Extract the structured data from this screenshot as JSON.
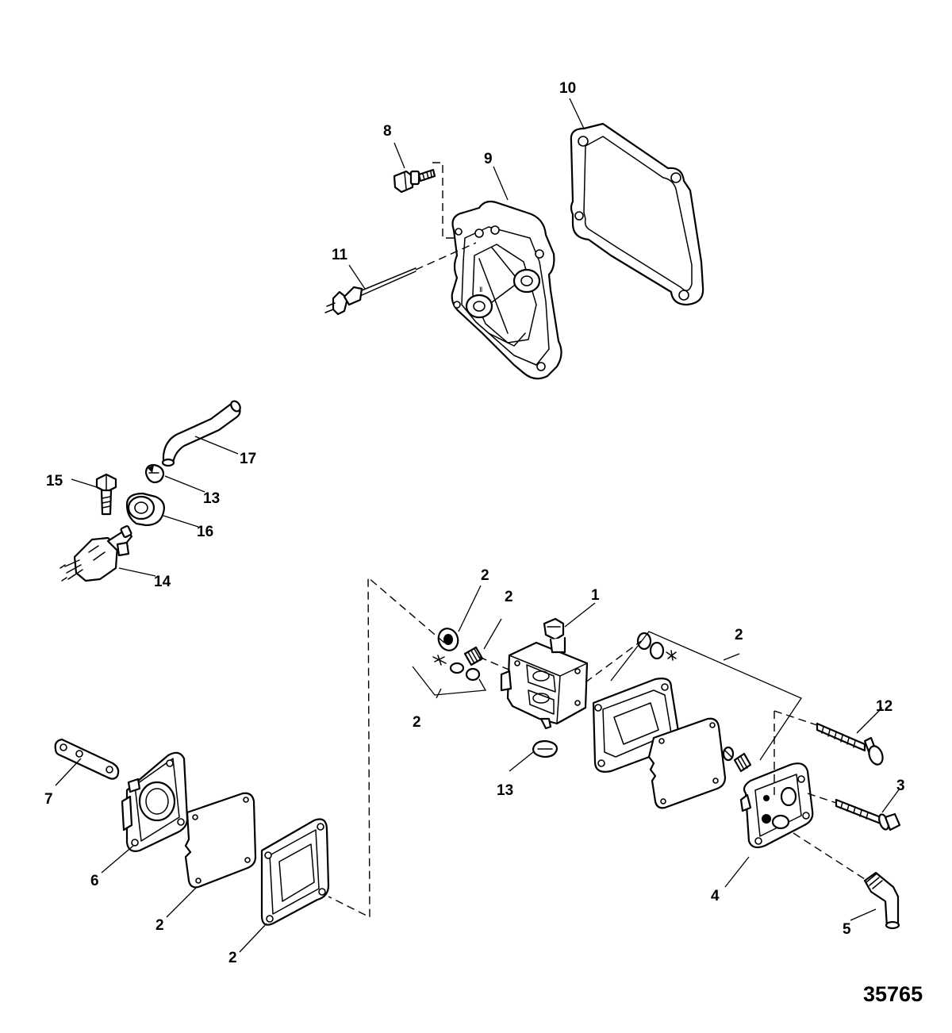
{
  "figure_number": "35765",
  "callouts": {
    "c1": "1",
    "c2a": "2",
    "c2b": "2",
    "c2c": "2",
    "c2d": "2",
    "c2e": "2",
    "c2f": "2",
    "c3": "3",
    "c4": "4",
    "c5": "5",
    "c6": "6",
    "c7": "7",
    "c8": "8",
    "c9": "9",
    "c10": "10",
    "c11": "11",
    "c12": "12",
    "c13a": "13",
    "c13b": "13",
    "c14": "14",
    "c15": "15",
    "c16": "16",
    "c17": "17"
  }
}
